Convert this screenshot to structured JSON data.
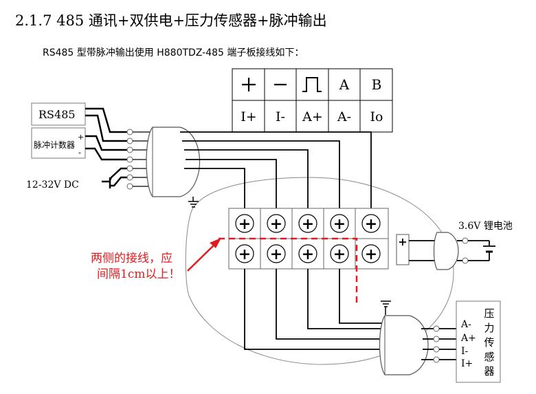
{
  "heading": "2.1.7  485 通讯+双供电+压力传感器+脉冲输出",
  "subtitle": "RS485 型带脉冲输出使用 H880TDZ-485 端子板接线如下：",
  "pin_table": {
    "symbols": [
      "+",
      "−",
      "pulse",
      "A",
      "B"
    ],
    "labels": [
      "I+",
      "I-",
      "A+",
      "A-",
      "Io"
    ]
  },
  "left_devices": {
    "rs485": "RS485",
    "pulse_counter": "脉冲计数器",
    "pulse_plus": "+",
    "pulse_minus": "-",
    "power": "12-32V  DC"
  },
  "terminal_glyph": "+",
  "battery": {
    "label": "3.6V 锂电池",
    "plus": "+"
  },
  "sensor": {
    "pins": [
      "A-",
      "A+",
      "I-",
      "I+"
    ],
    "name_chars": [
      "压",
      "力",
      "传",
      "感",
      "器"
    ]
  },
  "note": {
    "line1": "两侧的接线，应",
    "line2": "间隔1cm以上！"
  },
  "colors": {
    "accent": "#e31a1c",
    "line": "#000000",
    "outline": "#555555"
  }
}
